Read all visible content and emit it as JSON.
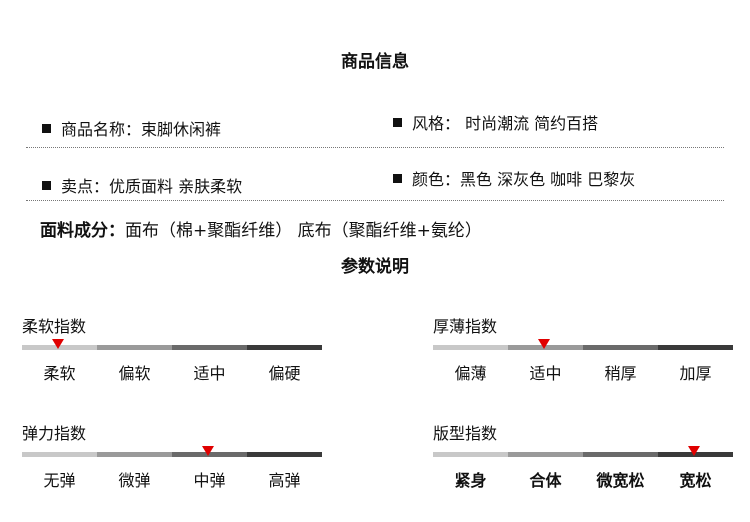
{
  "header": {
    "title": "商品信息"
  },
  "info": {
    "name": "商品名称：束脚休闲裤",
    "style": "风格： 时尚潮流 简约百搭",
    "selling": "卖点：优质面料 亲肤柔软",
    "color": "颜色：黑色 深灰色 咖啡 巴黎灰"
  },
  "fabric": {
    "label": "面料成分：",
    "value": "面布（棉+聚酯纤维） 底布（聚酯纤维+氨纶）"
  },
  "params": {
    "title": "参数说明"
  },
  "segment_colors": [
    "#c8c8c8",
    "#9a9a9a",
    "#6a6a6a",
    "#3a3a3a"
  ],
  "marker_color": "#e00000",
  "gauges": [
    {
      "title": "柔软指数",
      "options": [
        "柔软",
        "偏软",
        "适中",
        "偏硬"
      ],
      "selected_index": 0
    },
    {
      "title": "厚薄指数",
      "options": [
        "偏薄",
        "适中",
        "稍厚",
        "加厚"
      ],
      "selected_index": 1
    },
    {
      "title": "弹力指数",
      "options": [
        "无弹",
        "微弹",
        "中弹",
        "高弹"
      ],
      "selected_index": 2
    },
    {
      "title": "版型指数",
      "options": [
        "紧身",
        "合体",
        "微宽松",
        "宽松"
      ],
      "selected_index": 3
    }
  ]
}
